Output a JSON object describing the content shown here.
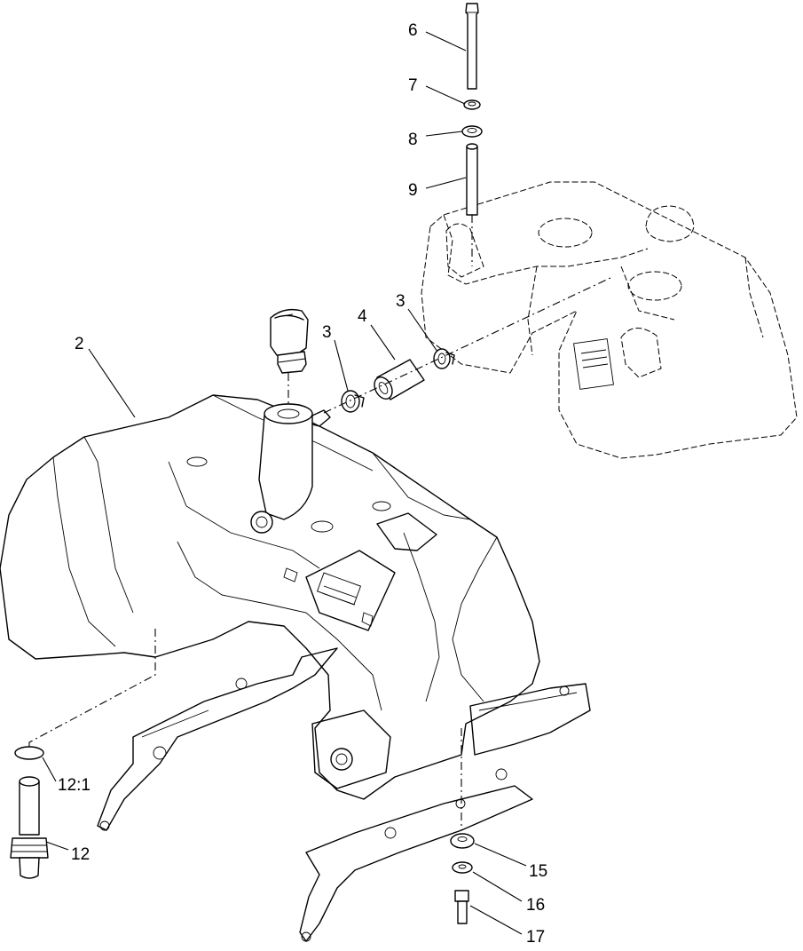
{
  "callouts": {
    "c6": "6",
    "c7": "7",
    "c8": "8",
    "c9": "9",
    "c2": "2",
    "c3a": "3",
    "c4": "4",
    "c3b": "3",
    "c12_1": "12:1",
    "c12": "12",
    "c15": "15",
    "c16": "16",
    "c17": "17"
  }
}
